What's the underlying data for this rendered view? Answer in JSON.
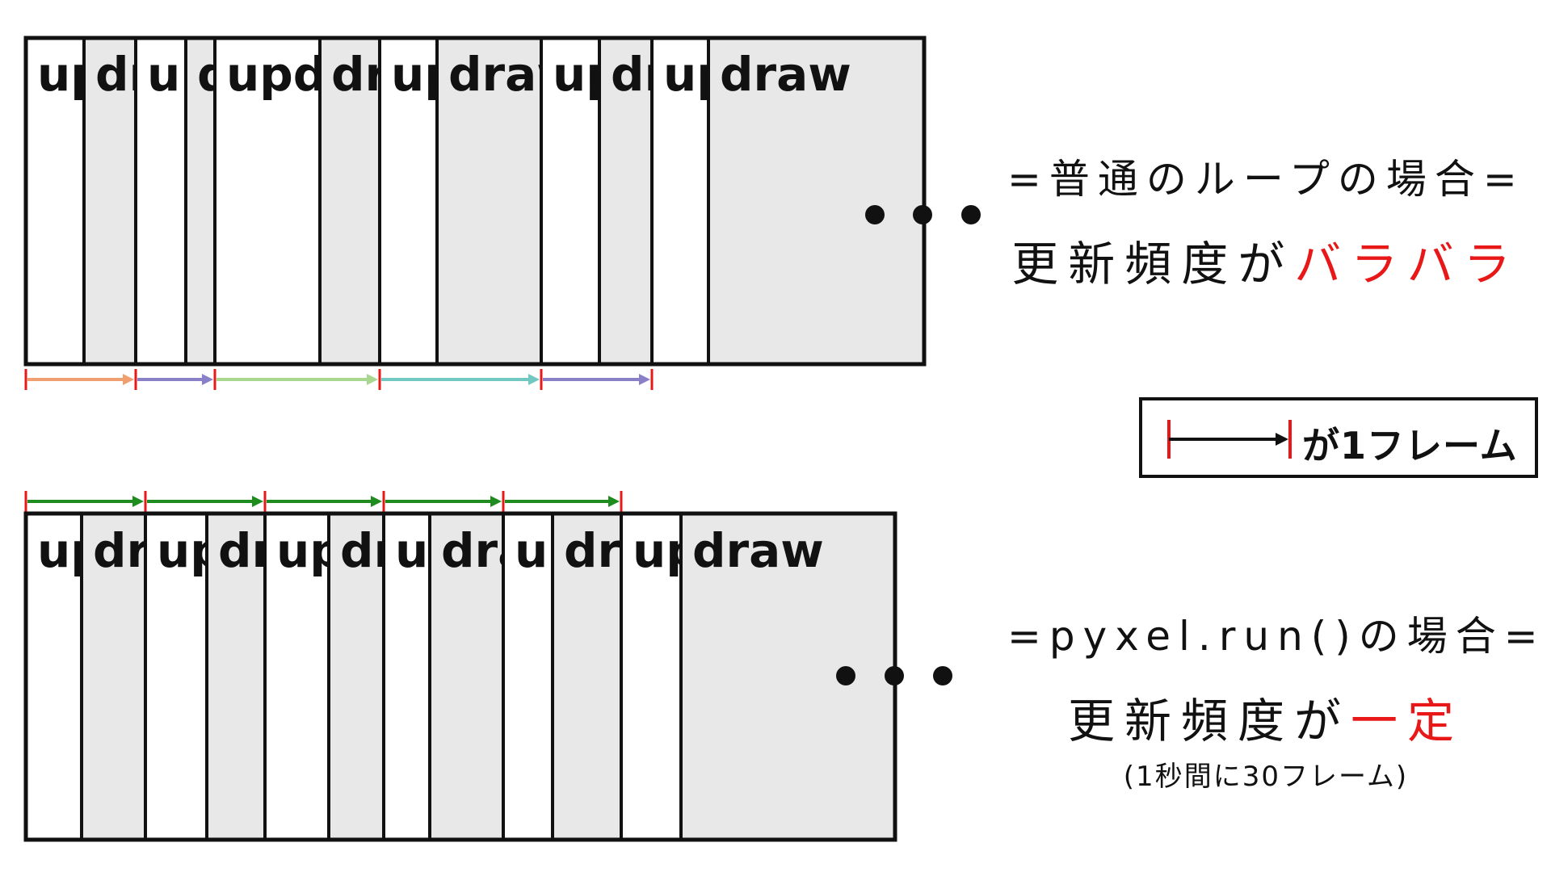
{
  "block_colors": {
    "update": "#ffffff",
    "draw": "#e8e8e8",
    "border": "#111111",
    "frame_tick": "#e81818"
  },
  "normal_loop": {
    "heading": "=普通のループの場合=",
    "frequency_prefix": "更新頻度が",
    "frequency_highlight": "バラバラ",
    "ellipsis": "・・・",
    "blocks": [
      {
        "type": "update",
        "label": "update"
      },
      {
        "type": "draw",
        "label": "draw"
      },
      {
        "type": "update",
        "label": "update"
      },
      {
        "type": "draw",
        "label": "draw"
      },
      {
        "type": "update",
        "label": "update"
      },
      {
        "type": "draw",
        "label": "draw"
      },
      {
        "type": "update",
        "label": "update"
      },
      {
        "type": "draw",
        "label": "draw"
      },
      {
        "type": "update",
        "label": "update"
      },
      {
        "type": "draw",
        "label": "draw"
      },
      {
        "type": "update",
        "label": "update"
      },
      {
        "type": "draw",
        "label": "draw"
      }
    ],
    "frame_arrow_colors": [
      "#f0a070",
      "#8a80c8",
      "#a8d890",
      "#70c8c0",
      "#8a80c8"
    ]
  },
  "pyxel_loop": {
    "heading": "=pyxel.run()の場合=",
    "frequency_prefix": "更新頻度が",
    "frequency_highlight": "一定",
    "subnote": "(1秒間に30フレーム)",
    "ellipsis": "・・・",
    "blocks": [
      {
        "type": "update",
        "label": "update"
      },
      {
        "type": "draw",
        "label": "draw"
      },
      {
        "type": "update",
        "label": "update"
      },
      {
        "type": "draw",
        "label": "draw"
      },
      {
        "type": "update",
        "label": "update"
      },
      {
        "type": "draw",
        "label": "draw"
      },
      {
        "type": "update",
        "label": "update"
      },
      {
        "type": "draw",
        "label": "draw"
      },
      {
        "type": "update",
        "label": "update"
      },
      {
        "type": "draw",
        "label": "draw"
      },
      {
        "type": "update",
        "label": "update"
      },
      {
        "type": "draw",
        "label": "draw"
      }
    ],
    "frame_arrow_colors": [
      "#1e8c1e",
      "#1e8c1e",
      "#1e8c1e",
      "#1e8c1e",
      "#1e8c1e"
    ]
  },
  "legend": {
    "text": "が1フレーム",
    "arrow_color": "#111111"
  }
}
